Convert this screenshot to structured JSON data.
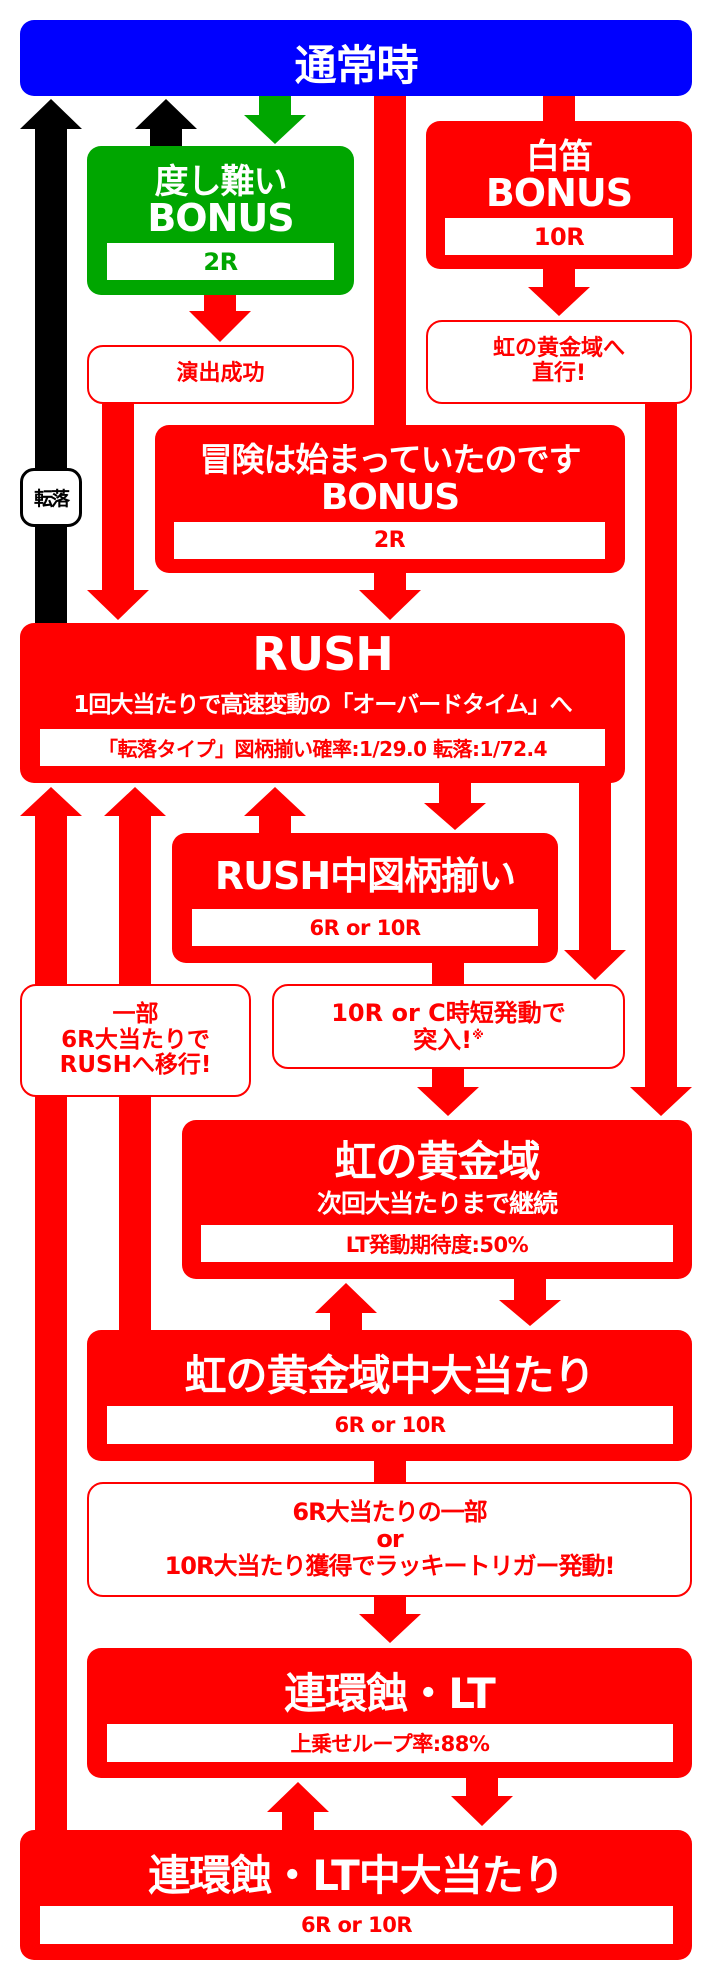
{
  "colors": {
    "normal": "#0000ff",
    "bonus_green": "#00a600",
    "accent": "#ff0000",
    "fall": "#000000"
  },
  "normal": {
    "title": "通常時"
  },
  "fall_label": "転落",
  "hard_bonus": {
    "title": "度し難い",
    "subtitle": "BONUS",
    "rounds": "2R"
  },
  "white_flute_bonus": {
    "title": "白笛",
    "subtitle": "BONUS",
    "rounds": "10R"
  },
  "note_success": "演出成功",
  "note_direct": {
    "line1": "虹の黄金域へ",
    "line2": "直行!"
  },
  "adventure_bonus": {
    "title": "冒険は始まっていたのです",
    "subtitle": "BONUS",
    "rounds": "2R"
  },
  "rush": {
    "title": "RUSH",
    "subtitle": "1回大当たりで高速変動の「オーバードタイム」へ",
    "info": "「転落タイプ」図柄揃い確率:1/29.0 転落:1/72.4"
  },
  "rush_hit": {
    "title": "RUSH中図柄揃い",
    "rounds": "6R or 10R"
  },
  "note_partial": {
    "line1": "一部",
    "line2": "6R大当たりで",
    "line3": "RUSHへ移行!"
  },
  "note_entry": {
    "line1": "10R or C時短発動で",
    "line2": "突入!",
    "mark": "※"
  },
  "golden": {
    "title": "虹の黄金域",
    "subtitle": "次回大当たりまで継続",
    "info": "LT発動期待度:50%"
  },
  "golden_hit": {
    "title": "虹の黄金域中大当たり",
    "rounds": "6R or 10R"
  },
  "note_lucky": {
    "line1": "6R大当たりの一部",
    "line2": "or",
    "line3": "10R大当たり獲得でラッキートリガー発動!"
  },
  "lt": {
    "title": "連環蝕・LT",
    "info": "上乗せループ率:88%"
  },
  "lt_hit": {
    "title": "連環蝕・LT中大当たり",
    "rounds": "6R or 10R"
  }
}
